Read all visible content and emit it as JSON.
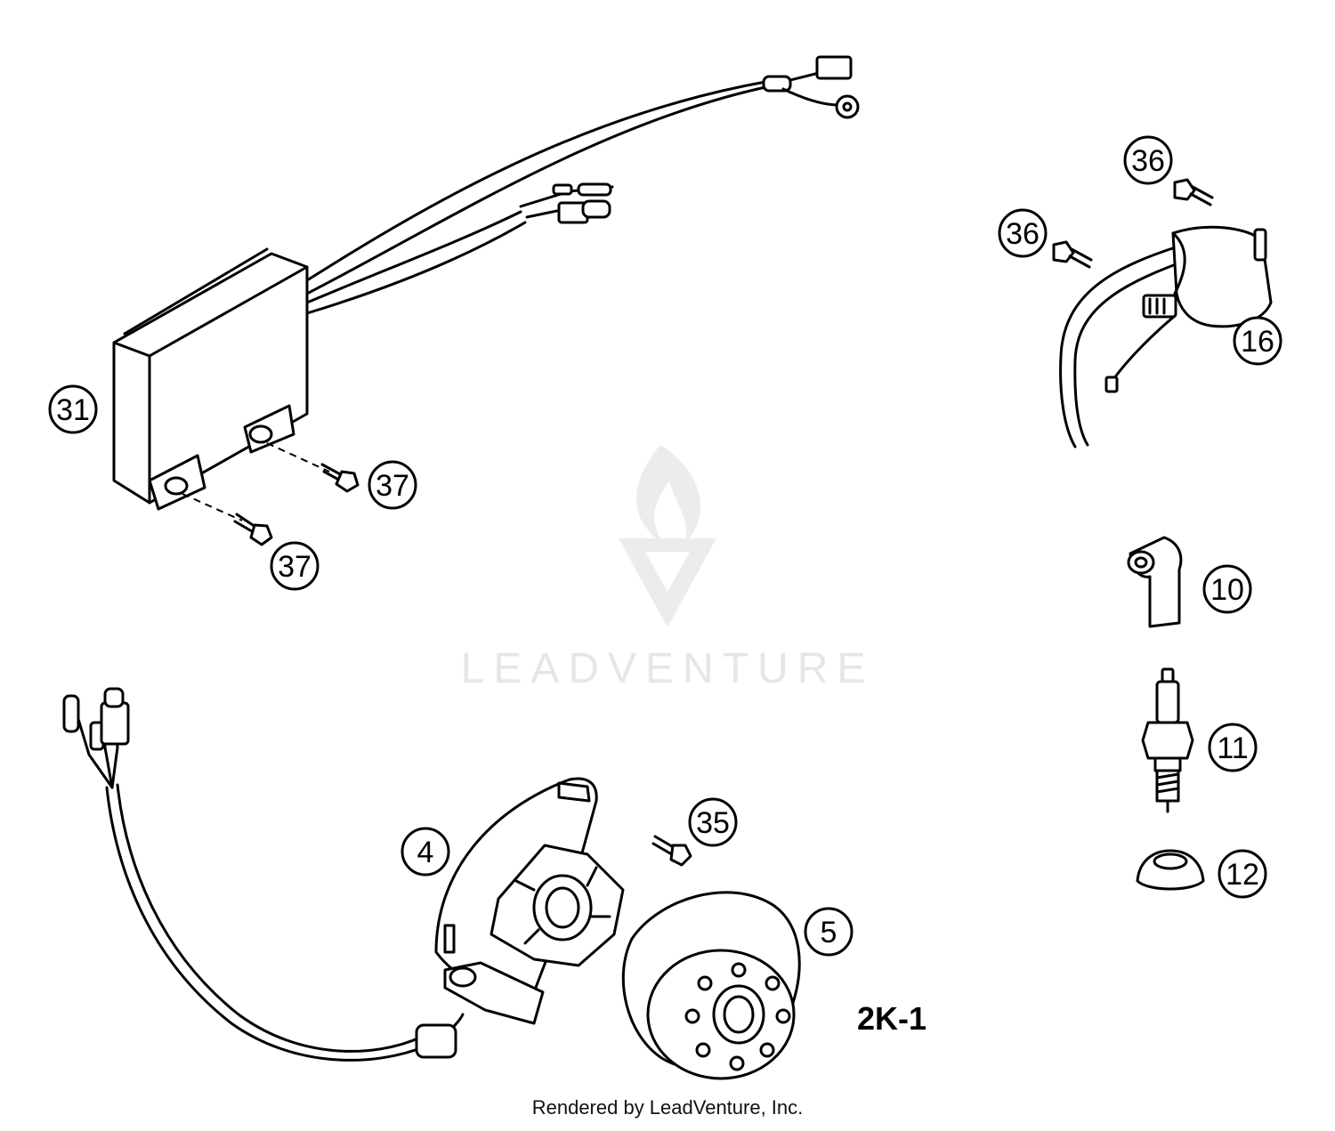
{
  "diagram": {
    "code": "2K-1",
    "footer": "Rendered by LeadVenture, Inc.",
    "watermark": "LEADVENTURE",
    "callouts": {
      "c31": "31",
      "c37a": "37",
      "c37b": "37",
      "c36a": "36",
      "c36b": "36",
      "c16": "16",
      "c10": "10",
      "c11": "11",
      "c12": "12",
      "c4": "4",
      "c35": "35",
      "c5": "5"
    }
  }
}
